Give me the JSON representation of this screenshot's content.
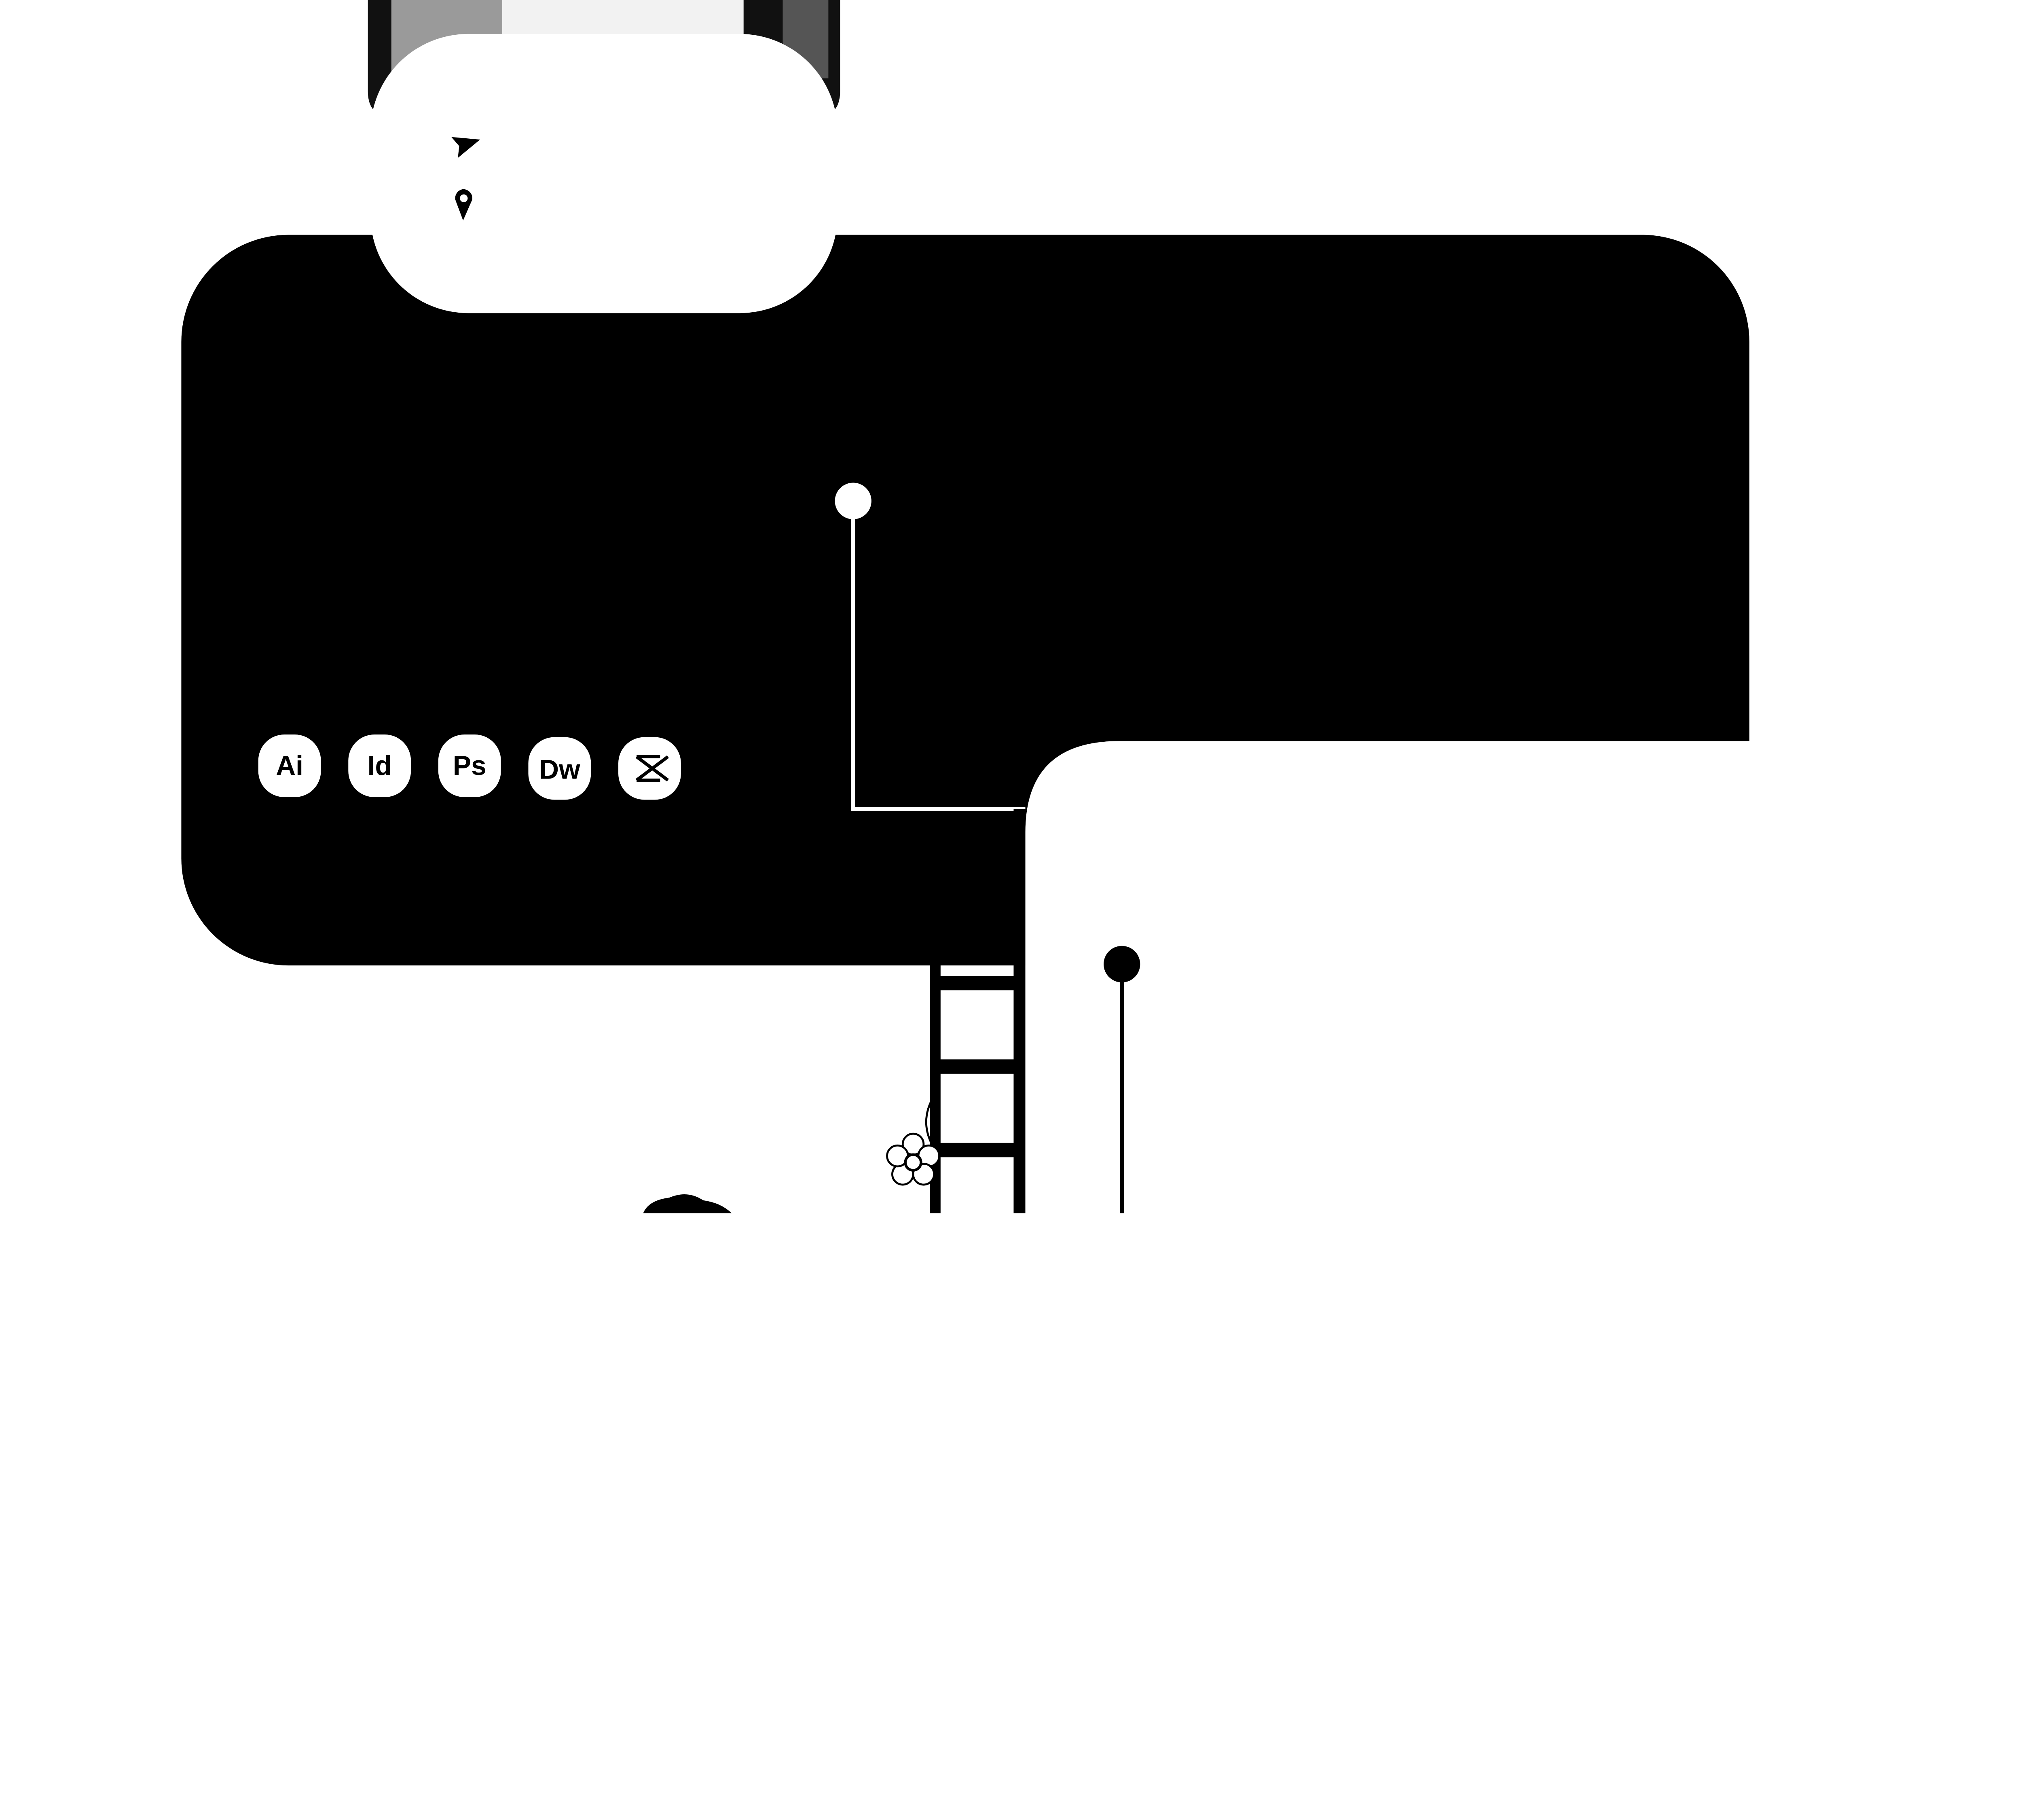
{
  "colors": {
    "background": "#ffffff",
    "panel": "#000000",
    "card": "#ffffff",
    "photo": "#1a1a1a"
  },
  "profile_card": {
    "icons": [
      "send-icon",
      "location-pin-icon"
    ]
  },
  "software_icons": [
    {
      "label": "Ai",
      "icon": "adobe-illustrator-icon"
    },
    {
      "label": "Id",
      "icon": "adobe-indesign-icon"
    },
    {
      "label": "Ps",
      "icon": "adobe-photoshop-icon"
    },
    {
      "label": "Dw",
      "icon": "adobe-dreamweaver-icon"
    },
    {
      "label": "",
      "icon": "capcut-icon"
    }
  ]
}
